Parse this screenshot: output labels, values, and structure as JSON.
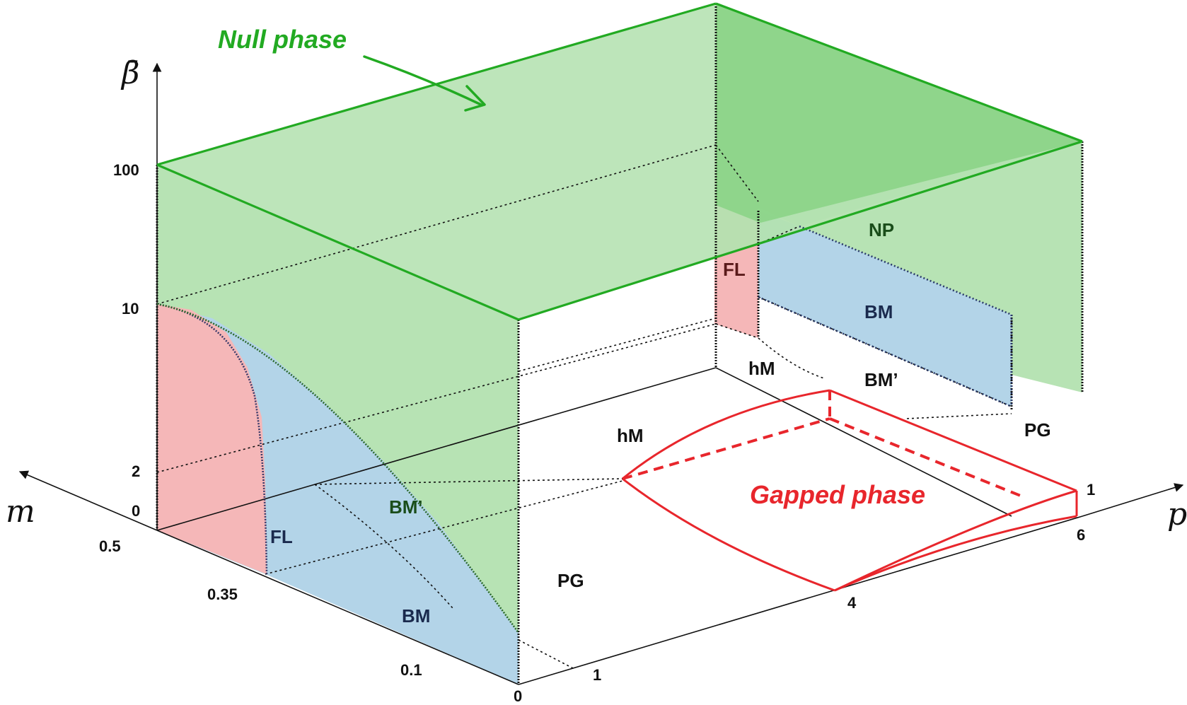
{
  "axes": {
    "beta": {
      "name": "β̄",
      "ticks": [
        "100",
        "10",
        "2",
        "0"
      ]
    },
    "m": {
      "name": "m",
      "ticks": [
        "0.5",
        "0.35",
        "0.1",
        "0"
      ]
    },
    "p": {
      "name": "p",
      "ticks": [
        "1",
        "4",
        "6",
        "1"
      ]
    }
  },
  "phases": {
    "null_callout": "Null phase",
    "gapped_callout": "Gapped phase",
    "np": "NP",
    "fl_back": "FL",
    "bm_back": "BM",
    "hm_back": "hM",
    "bmprime_back": "BM’",
    "pg_right": "PG",
    "hm_floor": "hM",
    "bmprime_left": "BM’",
    "fl_left": "FL",
    "bm_left": "BM",
    "pg_floor": "PG"
  },
  "colors": {
    "null_phase": "#22aa22",
    "null_fill": "#b7e3b4",
    "null_fill_dark": "#8bd487",
    "fl_fill": "#f5b7b8",
    "bm_fill": "#b3d4e8",
    "gapped": "#e8262c"
  }
}
